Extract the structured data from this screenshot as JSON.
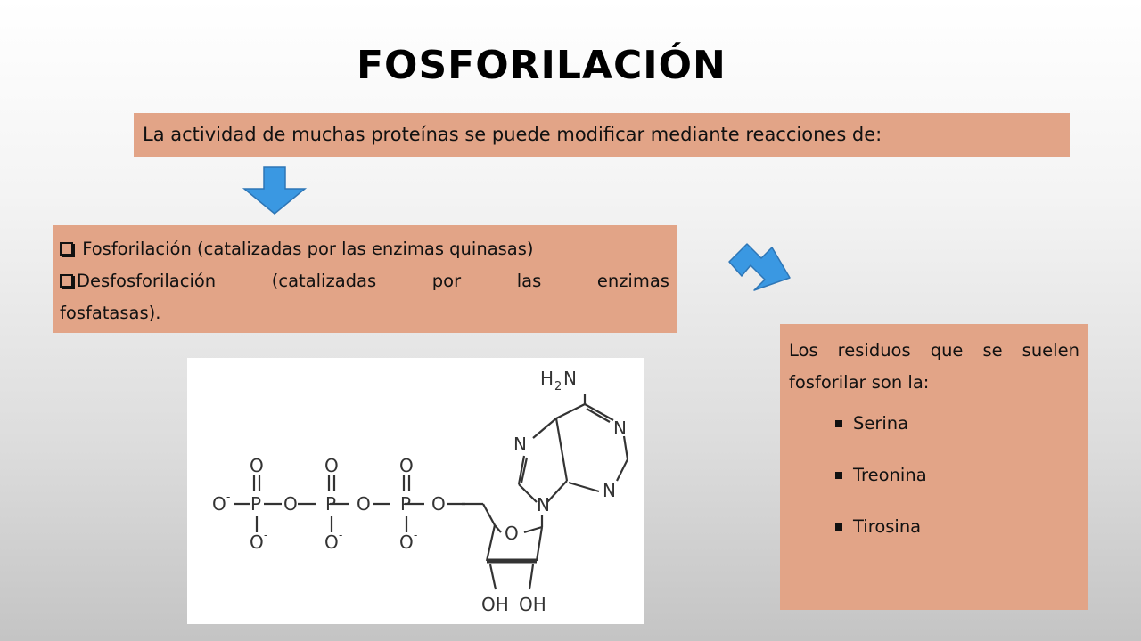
{
  "title": "FOSFORILACIÓN",
  "intro_text": "La actividad de muchas proteínas se puede modificar mediante reacciones de:",
  "reactions": {
    "item1": "Fosforilación (catalizadas por las enzimas quinasas)",
    "item2_words": [
      "Desfosforilación",
      "(catalizadas",
      "por",
      "las",
      "enzimas"
    ],
    "item2_end": "fosfatasas)."
  },
  "residues": {
    "intro_words": [
      "Los",
      "residuos",
      "que",
      "se",
      "suelen"
    ],
    "intro_end": "fosforilar son la:",
    "items": [
      "Serina",
      "Treonina",
      "Tirosina"
    ]
  },
  "molecule": {
    "labels": {
      "o": "O",
      "o_minus": "O",
      "minus": "-",
      "p": "P",
      "n": "N",
      "h2n_h": "H",
      "h2n_2": "2",
      "h2n_n": "N",
      "oh": "OH"
    }
  },
  "colors": {
    "box_fill": "#e2a487",
    "arrow_fill": "#3a98e2",
    "arrow_stroke": "#2e76b6"
  },
  "icons": [
    "down-arrow-icon",
    "diagonal-arrow-icon",
    "checkbox-bullet-icon",
    "square-bullet-icon"
  ]
}
